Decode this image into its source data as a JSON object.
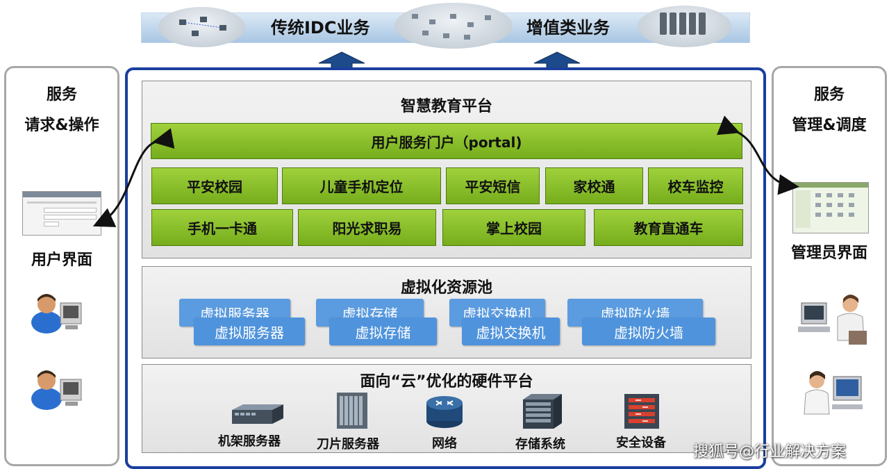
{
  "top_banner": {
    "traditional_idc": "传统IDC业务",
    "value_added": "增值类业务"
  },
  "left_panel": {
    "title_line1": "服务",
    "title_line2": "请求&操作",
    "ui_label": "用户界面"
  },
  "right_panel": {
    "title_line1": "服务",
    "title_line2": "管理&调度",
    "ui_label": "管理员界面"
  },
  "platform": {
    "title": "智慧教育平台",
    "portal": "用户服务门户（portal)",
    "apps_row1": [
      "平安校园",
      "儿童手机定位",
      "平安短信",
      "家校通",
      "校车监控"
    ],
    "apps_row2": [
      "手机一卡通",
      "阳光求职易",
      "掌上校园",
      "教育直通车"
    ]
  },
  "resource_pool": {
    "title": "虚拟化资源池",
    "items": [
      "虚拟服务器",
      "虚拟存储",
      "虚拟交换机",
      "虚拟防火墙"
    ]
  },
  "hardware": {
    "title": "面向“云”优化的硬件平台",
    "items": [
      "机架服务器",
      "刀片服务器",
      "网络",
      "存储系统",
      "安全设备"
    ]
  },
  "watermark": "搜狐号@行业解决方案",
  "colors": {
    "frame_blue": "#1a3f9e",
    "app_green": "#8cc12c",
    "resource_blue": "#5b9bdf"
  }
}
